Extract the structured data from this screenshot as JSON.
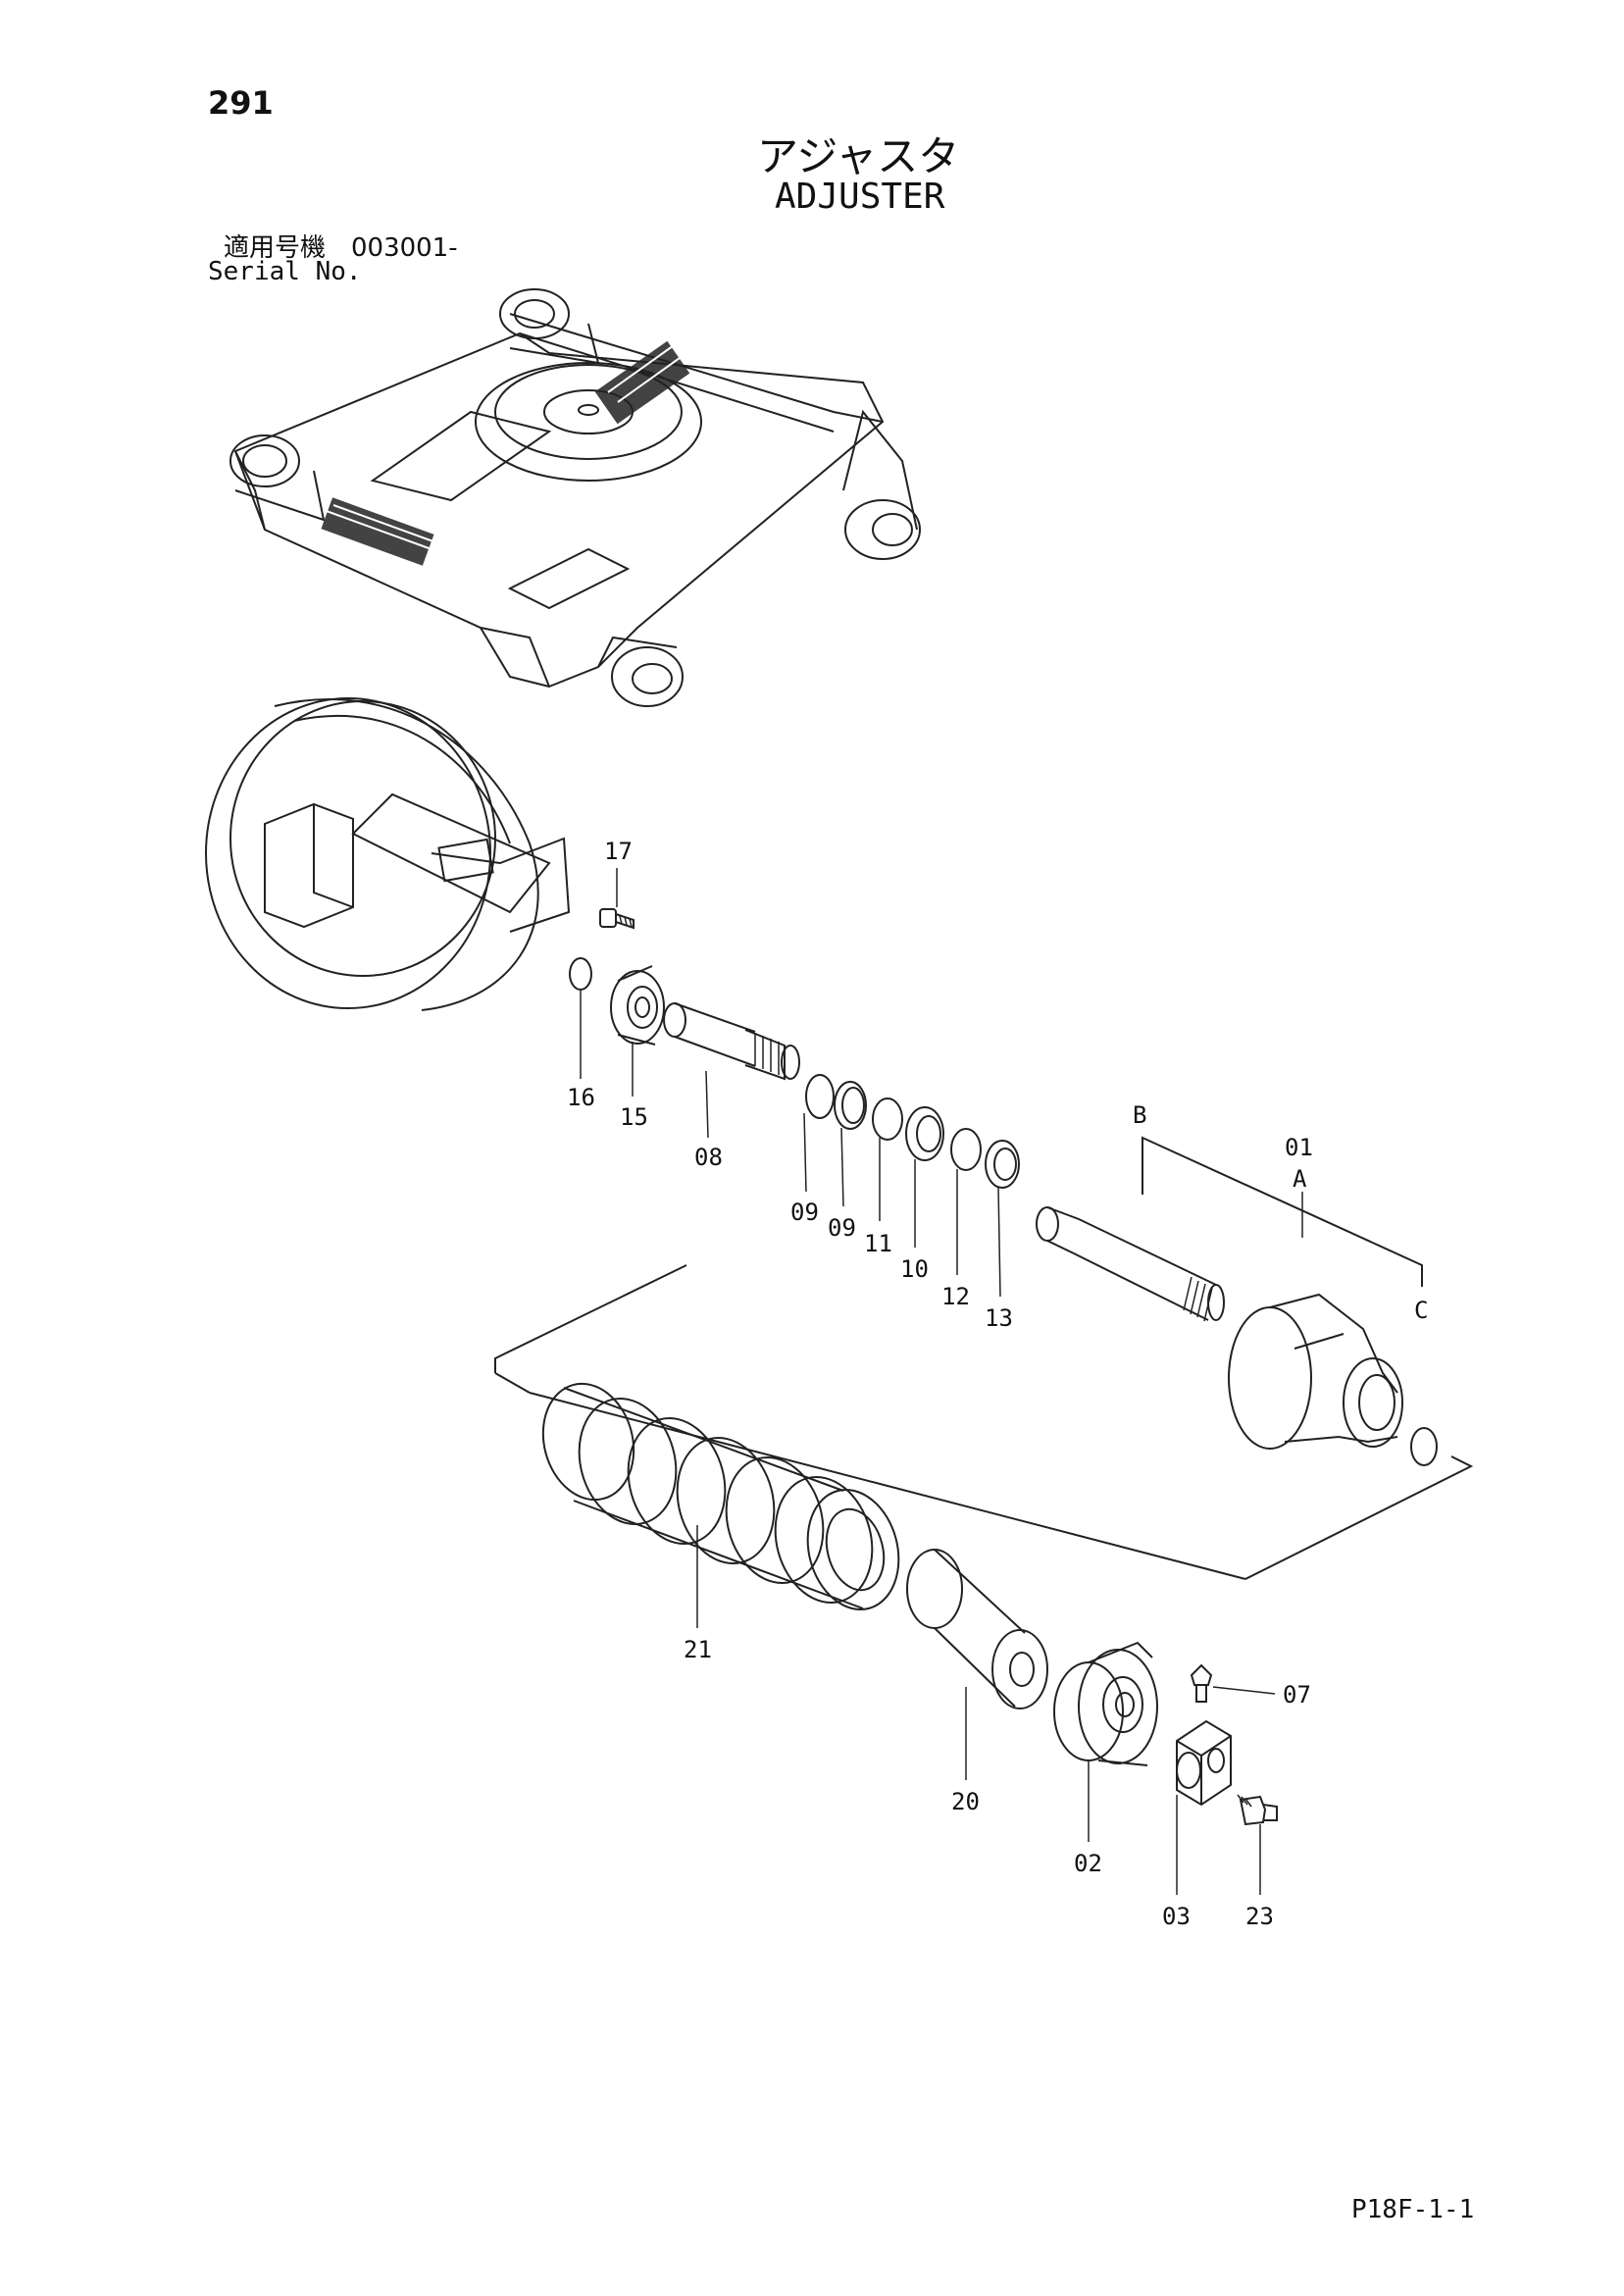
{
  "header": {
    "page_number": "291",
    "title_jp": "アジャスタ",
    "title_en": "ADJUSTER",
    "serial_jp": "適用号機　003001-",
    "serial_en": "Serial No."
  },
  "callouts": {
    "p01": "01",
    "p02": "02",
    "p03": "03",
    "p07": "07",
    "p08": "08",
    "p09a": "09",
    "p09b": "09",
    "p10": "10",
    "p11": "11",
    "p12": "12",
    "p13": "13",
    "p15": "15",
    "p16": "16",
    "p17": "17",
    "p20": "20",
    "p21": "21",
    "p23": "23",
    "refA": "A",
    "refB": "B",
    "refC": "C"
  },
  "footer": {
    "code": "P18F-1-1"
  }
}
